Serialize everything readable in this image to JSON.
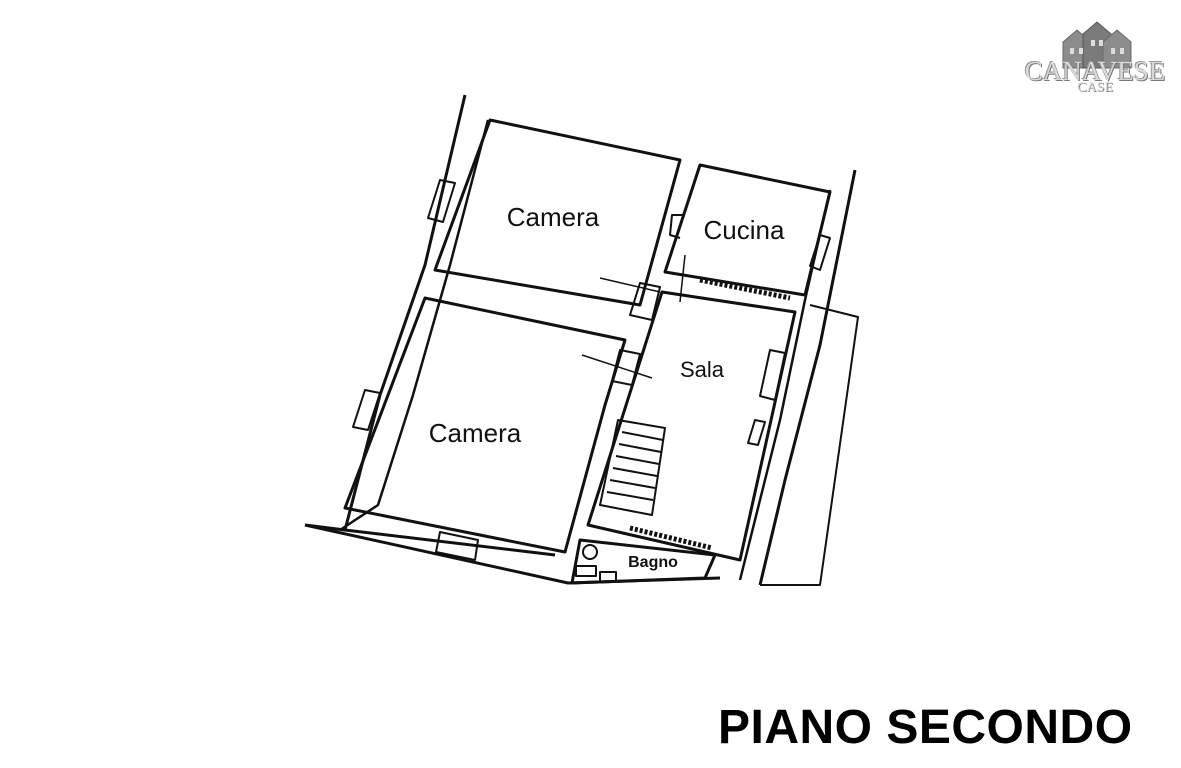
{
  "logo": {
    "name": "CANAVESE",
    "sub": "CASE"
  },
  "rooms": {
    "camera_top": "Camera",
    "cucina": "Cucina",
    "sala": "Sala",
    "camera_bottom": "Camera",
    "bagno": "Bagno"
  },
  "title": "PIANO SECONDO"
}
